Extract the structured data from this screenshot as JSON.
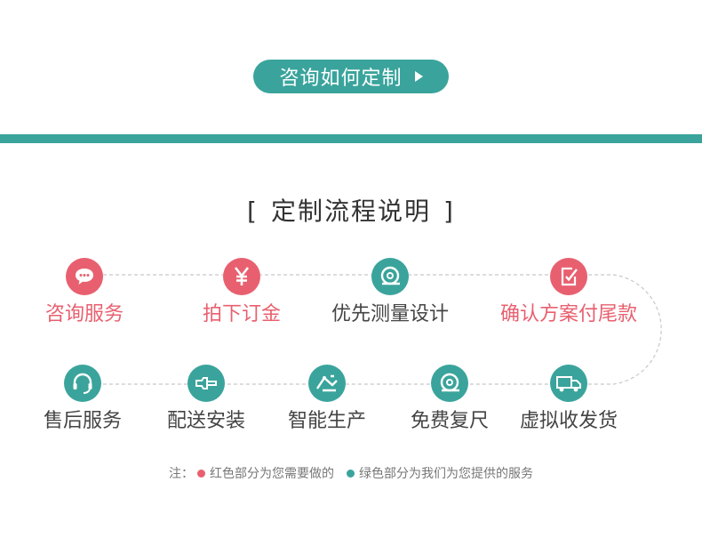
{
  "header": {
    "button_label": "咨询如何定制",
    "button_icon": "play-arrow-icon"
  },
  "section": {
    "title": "定制流程说明",
    "bracket_open": "[",
    "bracket_close": "]"
  },
  "colors": {
    "red": "#e8606f",
    "green": "#3aa49c"
  },
  "steps_row1": [
    {
      "label": "咨询服务",
      "type": "red",
      "icon": "chat-bubble-icon"
    },
    {
      "label": "拍下订金",
      "type": "red",
      "icon": "yen-icon"
    },
    {
      "label": "优先测量设计",
      "type": "green",
      "icon": "tape-measure-icon"
    },
    {
      "label": "确认方案付尾款",
      "type": "red",
      "icon": "check-document-icon"
    }
  ],
  "steps_row2": [
    {
      "label": "售后服务",
      "type": "green",
      "icon": "headset-icon"
    },
    {
      "label": "配送安装",
      "type": "green",
      "icon": "wrench-icon"
    },
    {
      "label": "智能生产",
      "type": "green",
      "icon": "machine-arm-icon"
    },
    {
      "label": "免费复尺",
      "type": "green",
      "icon": "tape-measure-icon"
    },
    {
      "label": "虚拟收发货",
      "type": "green",
      "icon": "truck-icon"
    }
  ],
  "note": {
    "prefix": "注：",
    "red_text": "红色部分为您需要做的",
    "green_text": "绿色部分为我们为您提供的服务"
  }
}
